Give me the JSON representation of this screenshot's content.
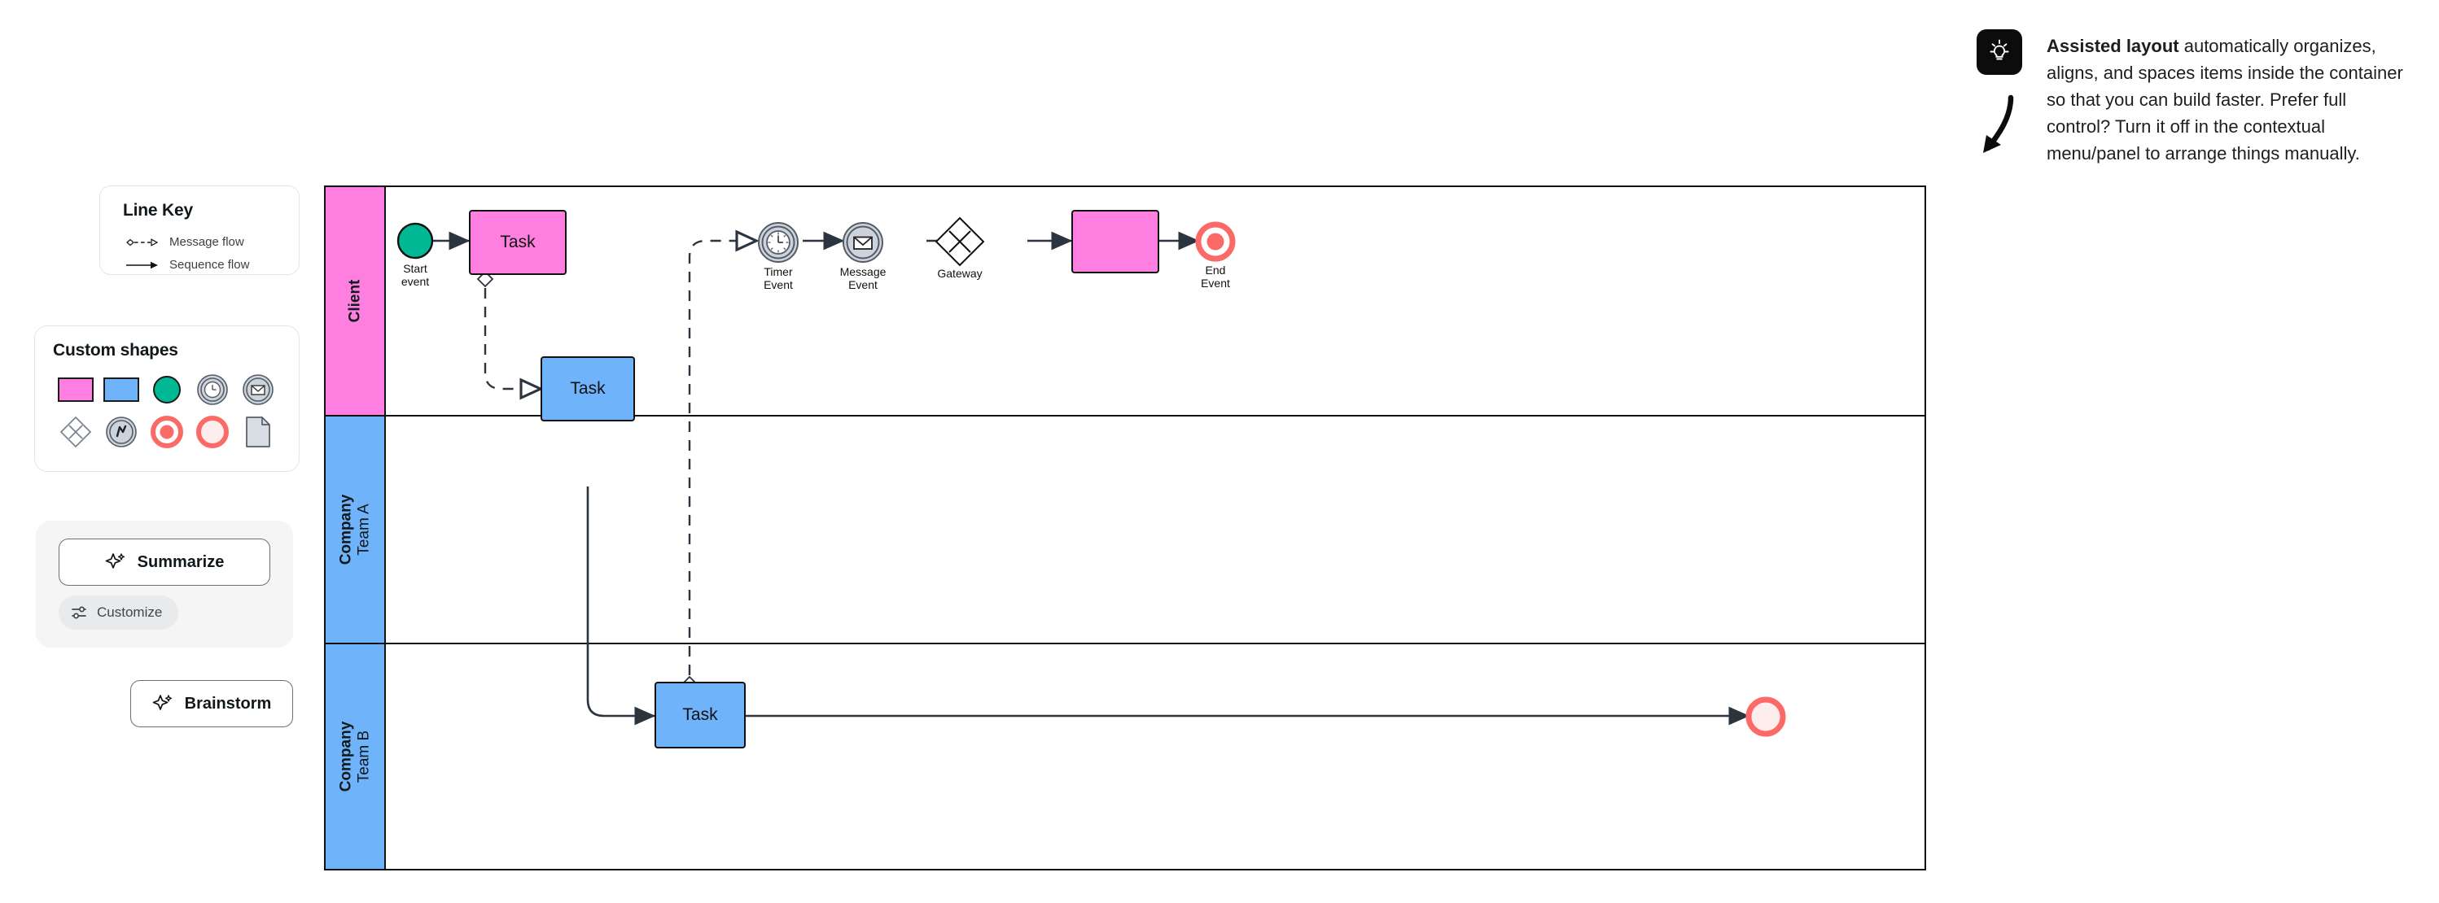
{
  "line_key": {
    "title": "Line Key",
    "legend": [
      {
        "label": "Message flow",
        "icon": "message-flow-line-icon"
      },
      {
        "label": "Sequence flow",
        "icon": "sequence-flow-line-icon"
      }
    ]
  },
  "custom_shapes": {
    "title": "Custom shapes",
    "swatches": [
      {
        "name": "pink-rectangle-shape",
        "color": "#ff7fe0"
      },
      {
        "name": "blue-rectangle-shape",
        "color": "#6fb4fa"
      },
      {
        "name": "green-start-event-shape",
        "color": "#00b894"
      },
      {
        "name": "timer-event-shape",
        "color": "#ccd3dd"
      },
      {
        "name": "message-event-shape",
        "color": "#ccd3dd"
      },
      {
        "name": "gateway-diamond-shape",
        "color": "#7d8590"
      },
      {
        "name": "signal-event-shape",
        "color": "#ccd3dd"
      },
      {
        "name": "end-event-shape",
        "color": "#fc6a67"
      },
      {
        "name": "terminate-event-shape",
        "color": "#fc6a67"
      },
      {
        "name": "data-object-shape",
        "color": "#d8dde3"
      }
    ]
  },
  "ai_actions": {
    "summarize_label": "Summarize",
    "customize_label": "Customize",
    "brainstorm_label": "Brainstorm",
    "sparkle_icon": "sparkle-icon",
    "sliders_icon": "sliders-icon"
  },
  "annotation": {
    "icon": "lightbulb-icon",
    "arrow_icon": "curved-down-arrow-icon",
    "bold_lead": "Assisted layout",
    "body": " automatically organizes, aligns, and spaces items inside the container so that you can build faster. Prefer full control? Turn it off in the contextual menu/panel to arrange things manually."
  },
  "diagram": {
    "type": "bpmn-pool",
    "lanes": [
      {
        "id": "client",
        "org": "Client",
        "team": "",
        "header_color": "#ff7fe0"
      },
      {
        "id": "team-a",
        "org": "Company",
        "team": "Team A",
        "header_color": "#6fb4fa"
      },
      {
        "id": "team-b",
        "org": "Company",
        "team": "Team B",
        "header_color": "#6fb4fa"
      }
    ],
    "nodes": {
      "start_event_label": "Start\nevent",
      "client_task_label": "Task",
      "timer_event_label": "Timer\nEvent",
      "message_event_label": "Message\nEvent",
      "gateway_label": "Gateway",
      "client_task2_label": "",
      "end_event_label": "End\nEvent",
      "team_a_task_label": "Task",
      "team_b_task_label": "Task",
      "team_b_end_label": ""
    },
    "colors": {
      "pink": "#ff7fe0",
      "blue": "#6fb4fa",
      "green": "#00b894",
      "coral": "#fc6a67",
      "grey_event": "#ccd3dd",
      "stroke": "#111111"
    }
  }
}
